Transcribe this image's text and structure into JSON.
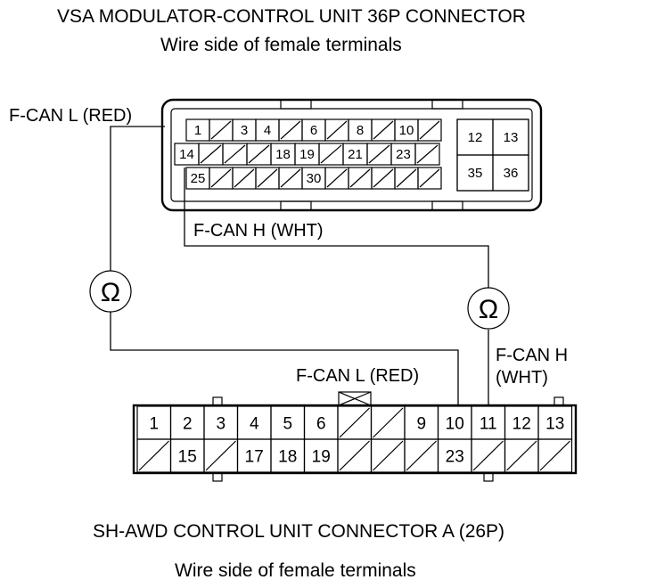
{
  "top_connector": {
    "title": "VSA MODULATOR-CONTROL UNIT 36P CONNECTOR",
    "subtitle": "Wire side of female terminals",
    "row1": [
      "1",
      "",
      "3",
      "4",
      "",
      "6",
      "",
      "8",
      "",
      "10",
      ""
    ],
    "row2": [
      "14",
      "",
      "",
      "",
      "18",
      "19",
      "",
      "21",
      "",
      "23",
      ""
    ],
    "row3": [
      "25",
      "",
      "",
      "",
      "",
      "30",
      "",
      "",
      "",
      "",
      ""
    ],
    "side_block": [
      "12",
      "13",
      "35",
      "36"
    ]
  },
  "bottom_connector": {
    "title": "SH-AWD CONTROL UNIT CONNECTOR A (26P)",
    "subtitle": "Wire side of female terminals",
    "row1": [
      "1",
      "2",
      "3",
      "4",
      "5",
      "6",
      "",
      "",
      "9",
      "10",
      "11",
      "12",
      "13"
    ],
    "row2": [
      "",
      "15",
      "",
      "17",
      "18",
      "19",
      "",
      "",
      "",
      "23",
      "",
      "",
      ""
    ]
  },
  "wires": {
    "top_can_l": "F-CAN L (RED)",
    "top_can_h": "F-CAN H (WHT)",
    "bottom_can_l": "F-CAN L (RED)",
    "bottom_can_h_line1": "F-CAN H",
    "bottom_can_h_line2": "(WHT)"
  },
  "meters": {
    "symbol": "Ω"
  }
}
